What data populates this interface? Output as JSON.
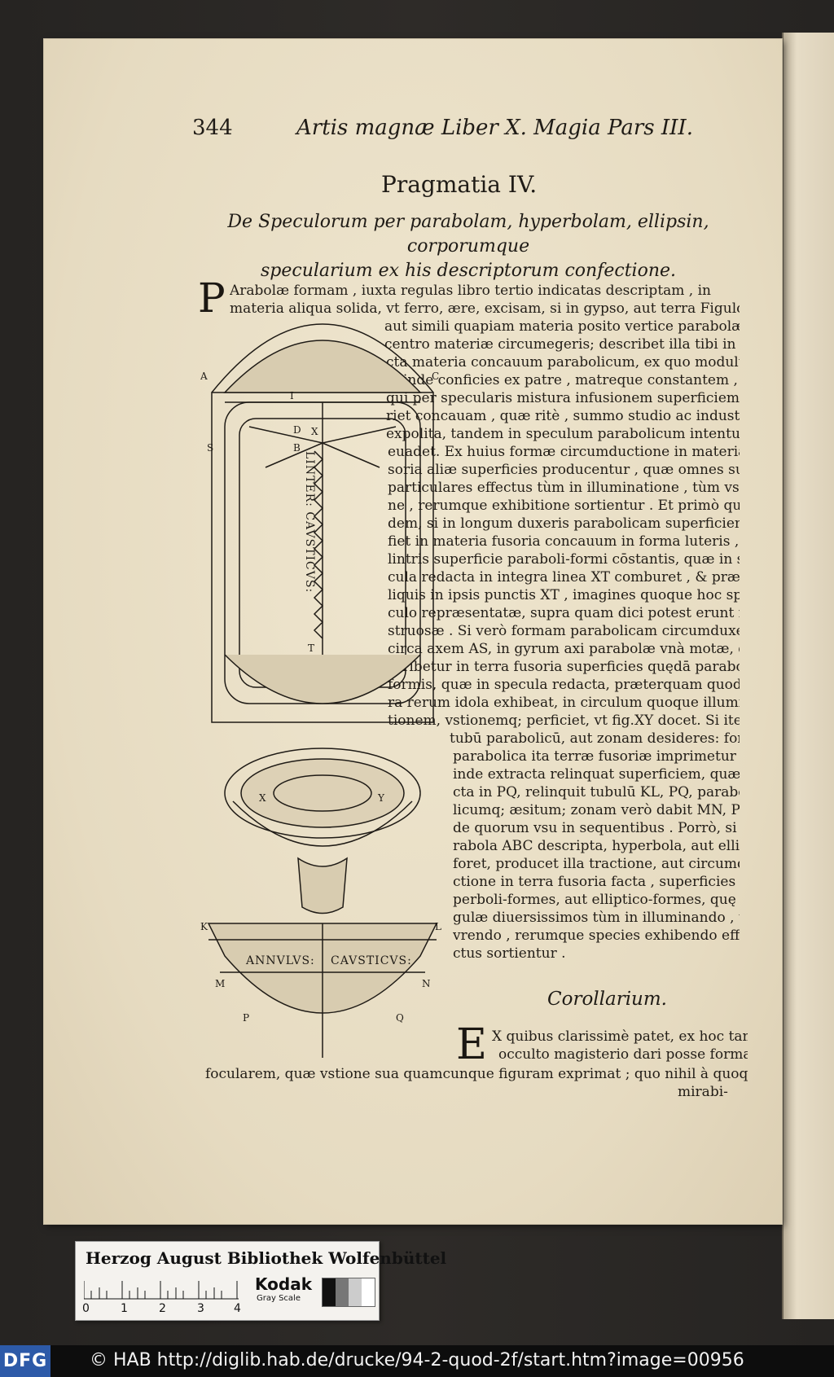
{
  "header": {
    "page_number": "344",
    "running_head": "Artis magnæ Liber X.  Magia Pars III."
  },
  "section": {
    "title": "Pragmatia IV.",
    "subtitle_lines": [
      "De Speculorum per parabolam, hyperbolam, ellipsin, corporumque",
      "specularium ex his descriptorum confectione."
    ]
  },
  "body": {
    "dropcap": "P",
    "lines": [
      "Arabolæ formam , iuxta regulas libro tertio indicatas descriptam , in",
      "materia aliqua solida, vt ferro, ære, excisam, si in gypso, aut terra Figulorum,",
      "aut simili quapiam materia posito vertice parabolæ in",
      "centro materiæ circumegeris; describet illa tibi in di-",
      "cta materia concauum parabolicum, ex quo modulum",
      "deinde conficies ex patre , matreque constantem ,",
      "qui per specularis mistura infusionem superficiem pa-",
      "riet concauam , quæ ritè , summo studio ac industria",
      "expolita, tandem in speculum parabolicum intentum",
      "euadet. Ex huius formæ circumductione in materia fu-",
      "soria aliæ superficies producentur , quæ omnes suos",
      "particulares effectus tùm in illuminatione , tùm vstio-",
      "ne , rerumque exhibitione sortientur . Et primò qui-",
      "dem, si in longum duxeris parabolicam superficiem ,",
      "fiet in materia fusoria concauum in forma luteris , seu",
      "lintris superficie paraboli-formi cōstantis, quæ in spe-",
      "cula redacta in integra linea XT comburet , & præ re-",
      "liquis in ipsis punctis XT , imagines quoque hoc spe-",
      "culo repræsentatæ, supra quam dici potest erunt mon-",
      "struosæ . Si verò formam parabolicam circumduxeris",
      "circa axem AS, in gyrum axi parabolæ vnà motæ, de-",
      "scribetur in terra fusoria superficies quędā paraboli-",
      "formis, quæ in specula redacta, præterquam quod mi-",
      "ra rerum idola exhibeat, in circulum quoque illumina-",
      "tionem, vstionemq; perficiet, vt fig.XY docet. Si iterū",
      "tubū parabolicū, aut zonam desideres: forma",
      "parabolica ita terræ fusoriæ imprimetur , vt",
      "inde extracta relinquat superficiem, quæ se-",
      "cta in PQ, relinquit tubulū KL, PQ, parabo-",
      "licumq; æsitum; zonam verò dabit MN, PQ",
      "de quorum vsu in sequentibus . Porrò, si pa-",
      "rabola ABC descripta, hyperbola, aut ellipsis",
      "foret, producet illa tractione, aut circumdu-",
      "ctione in terra fusoria facta , superficies hy-",
      "perboli-formes, aut elliptico-formes, quę sin-",
      "gulæ diuersissimos tùm in illuminando , tùm",
      "vrendo , rerumque species exhibendo effe-",
      "ctus sortientur ."
    ]
  },
  "corollary": {
    "title": "Corollarium.",
    "dropcap": "E",
    "lines": [
      "X quibus clarissimè patet, ex hoc tam",
      "occulto magisterio dari posse formam",
      "focularem, quæ vstione sua quamcunque figuram exprimat ; quo nihil à quoquam",
      "mirabi-"
    ]
  },
  "figure": {
    "labels": {
      "A": "A",
      "B": "B",
      "C": "C",
      "D": "D",
      "X": "X",
      "T": "T",
      "S": "S",
      "I": "I",
      "X2": "X",
      "Y": "Y",
      "K": "K",
      "L": "L",
      "M": "M",
      "N": "N",
      "P": "P",
      "Q": "Q"
    },
    "linter_caption": "LINTER: CAVSTICVS:",
    "annulus_caption": "ANNVLVS:",
    "causticus_caption": "CAVSTICVS:"
  },
  "library_card": {
    "name": "Herzog August Bibliothek Wolfenbüttel",
    "ruler_numbers": [
      "0",
      "1",
      "2",
      "3",
      "4"
    ],
    "kodak_brand": "Kodak",
    "kodak_sub": "Gray Scale"
  },
  "footer": {
    "logo": "DFG",
    "copyright": "© HAB http://diglib.hab.de/drucke/94-2-quod-2f/start.htm?image=00956"
  }
}
